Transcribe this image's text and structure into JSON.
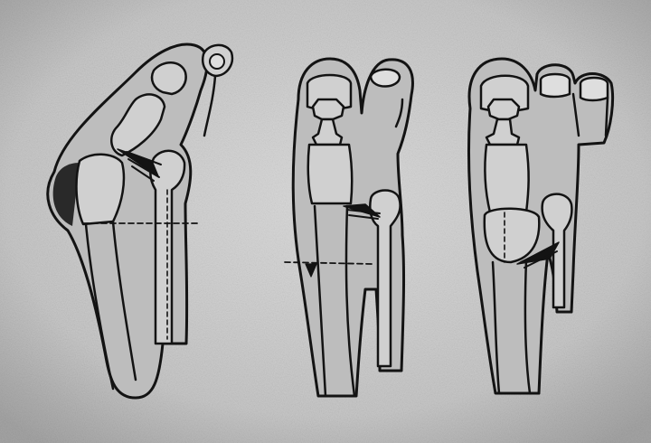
{
  "figure": {
    "panel_count": 3,
    "panels": [
      {
        "id": "left",
        "view": "foot-outline-toes-deviated"
      },
      {
        "id": "middle",
        "view": "foot-outline-toes-straight"
      },
      {
        "id": "right",
        "view": "foot-outline-toes-straight"
      }
    ],
    "colors": {
      "paper": "#cfcfcf",
      "paper_light": "#e4e4e4",
      "ink": "#141414",
      "bone_fill": "#d6d6d6",
      "soft_tissue_fill": "#c2c2c2",
      "shade": "#2a2a2a"
    }
  }
}
